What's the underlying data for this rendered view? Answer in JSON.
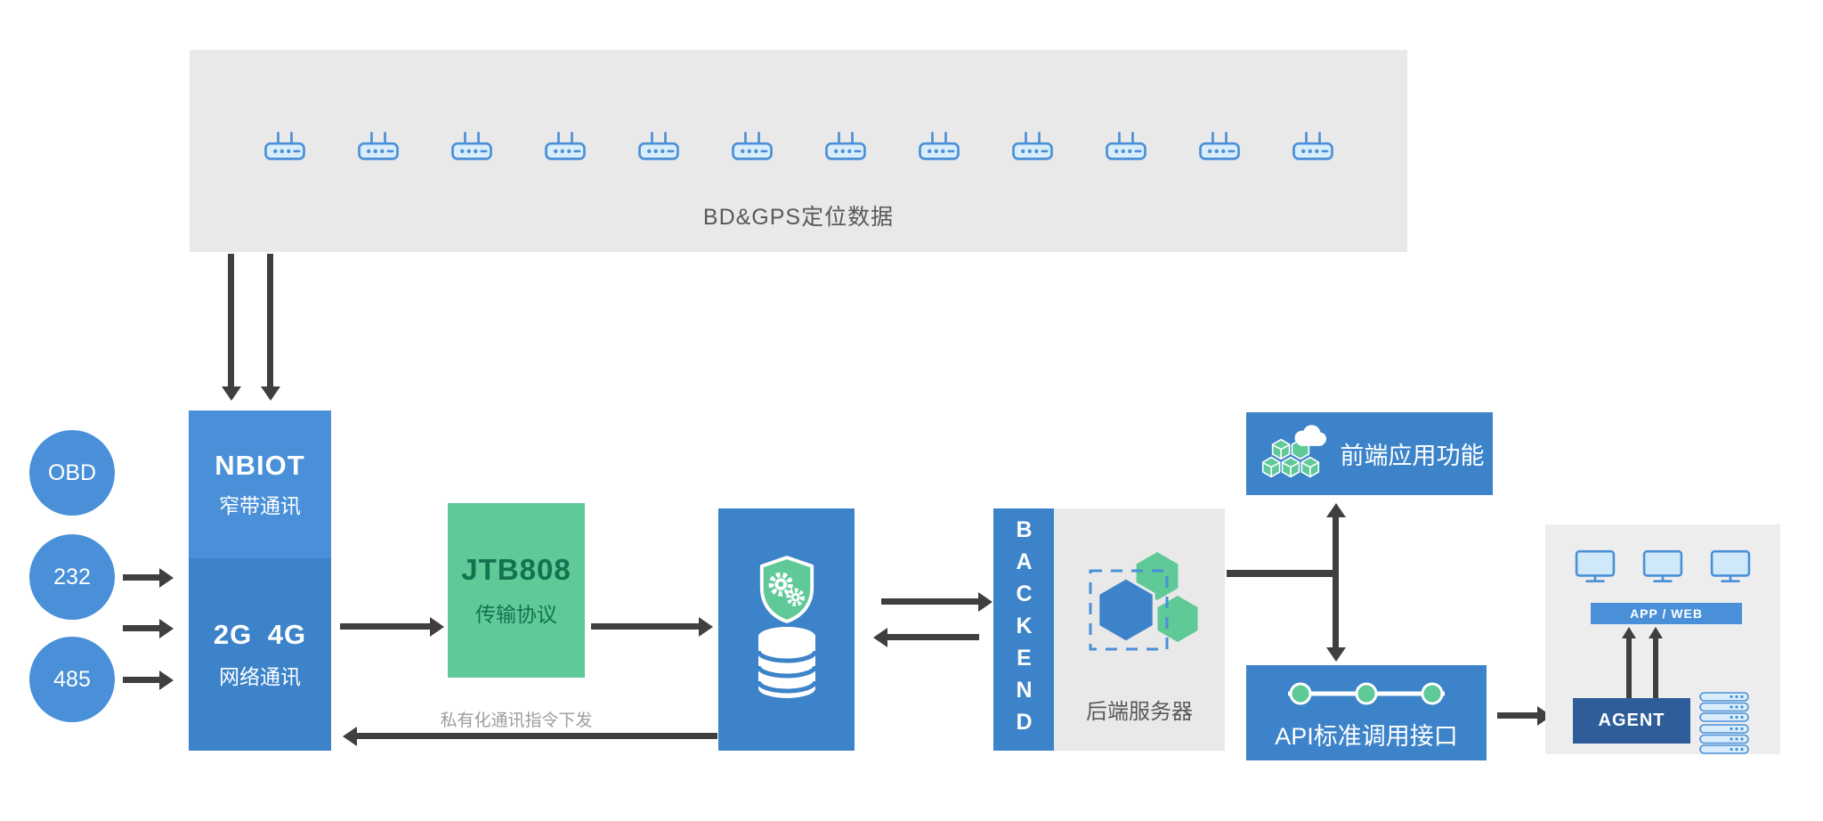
{
  "banner": {
    "label": "BD&GPS定位数据",
    "device_count": 12
  },
  "left_inputs": {
    "items": [
      {
        "label": "OBD"
      },
      {
        "label": "232"
      },
      {
        "label": "485"
      }
    ]
  },
  "gateway": {
    "nbiot_title": "NBIOT",
    "nbiot_subtitle": "窄带通讯",
    "cellular_title": "2G 4G",
    "cellular_subtitle": "网络通讯"
  },
  "protocol": {
    "title": "JTB808",
    "subtitle": "传输协议"
  },
  "downlink": {
    "label": "私有化通讯指令下发"
  },
  "backend": {
    "vertical_label": "BACKEND",
    "server_label": "后端服务器"
  },
  "frontend_app": {
    "label": "前端应用功能"
  },
  "api_interface": {
    "label": "API标准调用接口"
  },
  "client_panel": {
    "app_web_label": "APP / WEB",
    "agent_label": "AGENT"
  },
  "icons": {
    "banner_device": "router-icon",
    "storage_security": "shield-gears-icon",
    "storage": "database-icon",
    "backend_cluster": "hexagon-cluster-icon",
    "frontend": "cloud-cubes-icon",
    "api": "linked-nodes-icon",
    "client_monitor": "monitor-icon",
    "client_server": "server-stack-icon"
  },
  "colors": {
    "primary_blue": "#3d83ca",
    "light_blue": "#4a90d8",
    "dark_blue": "#2e5d99",
    "pale_blue": "#d9edfb",
    "green": "#5fc998",
    "green_dark": "#14734f",
    "panel_gray": "#e9e9e9",
    "panel_gray_light": "#ededed",
    "arrow_gray": "#3f3f3f",
    "text_gray": "#595959",
    "text_light": "#9d9d9d"
  }
}
